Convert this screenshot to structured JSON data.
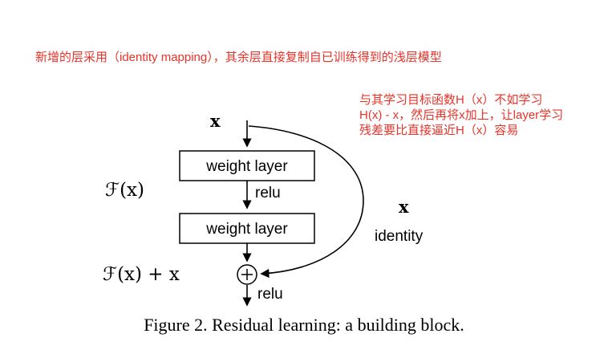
{
  "colors": {
    "annotation_red": "#e8342a",
    "ink": "#000000",
    "background": "#ffffff"
  },
  "annotations": {
    "top": "新增的层采用（identity mapping），其余层直接复制自已训练得到的浅层模型",
    "right_lines": [
      "与其学习目标函数H（x）不如学习",
      "H(x) - x，然后再将x加上，让layer学习",
      "残差要比直接逼近H（x）容易"
    ]
  },
  "diagram": {
    "input_label": "x",
    "weight_layer_1": "weight layer",
    "weight_layer_2": "weight layer",
    "relu_mid": "relu",
    "relu_out": "relu",
    "residual_function_label": "ℱ(x)",
    "sum_label": "ℱ(x) + x",
    "identity_input_label": "x",
    "identity_label": "identity",
    "plus_icon": "+"
  },
  "caption": "Figure 2. Residual learning: a building block."
}
